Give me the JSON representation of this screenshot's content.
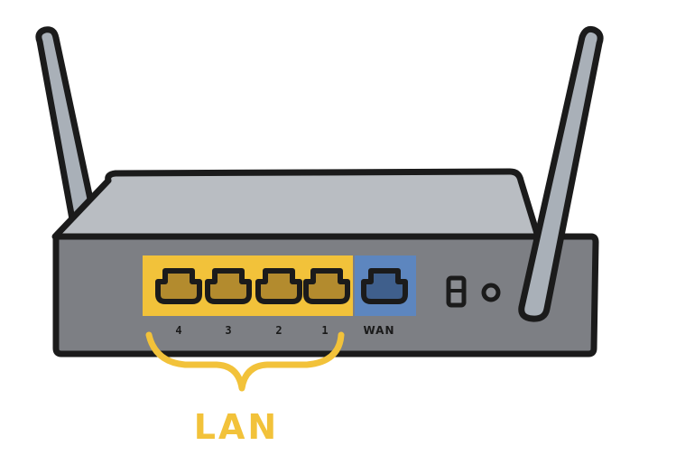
{
  "colors": {
    "body": "#7d7f84",
    "top": "#b9bdc2",
    "outline": "#1b1b1b",
    "antenna": "#a9b0b8",
    "lan_panel": "#f2c23a",
    "lan_port": "#b38b2e",
    "wan_panel": "#5d86bf",
    "wan_port": "#3f5f8c",
    "lan_caption": "#f2c23a"
  },
  "router": {
    "lan_ports": [
      {
        "label": "4"
      },
      {
        "label": "3"
      },
      {
        "label": "2"
      },
      {
        "label": "1"
      }
    ],
    "wan_port": {
      "label": "WAN"
    },
    "lan_caption": "LAN",
    "icons": [
      "antenna-left-icon",
      "antenna-right-icon",
      "power-switch-icon",
      "reset-button-icon"
    ]
  }
}
